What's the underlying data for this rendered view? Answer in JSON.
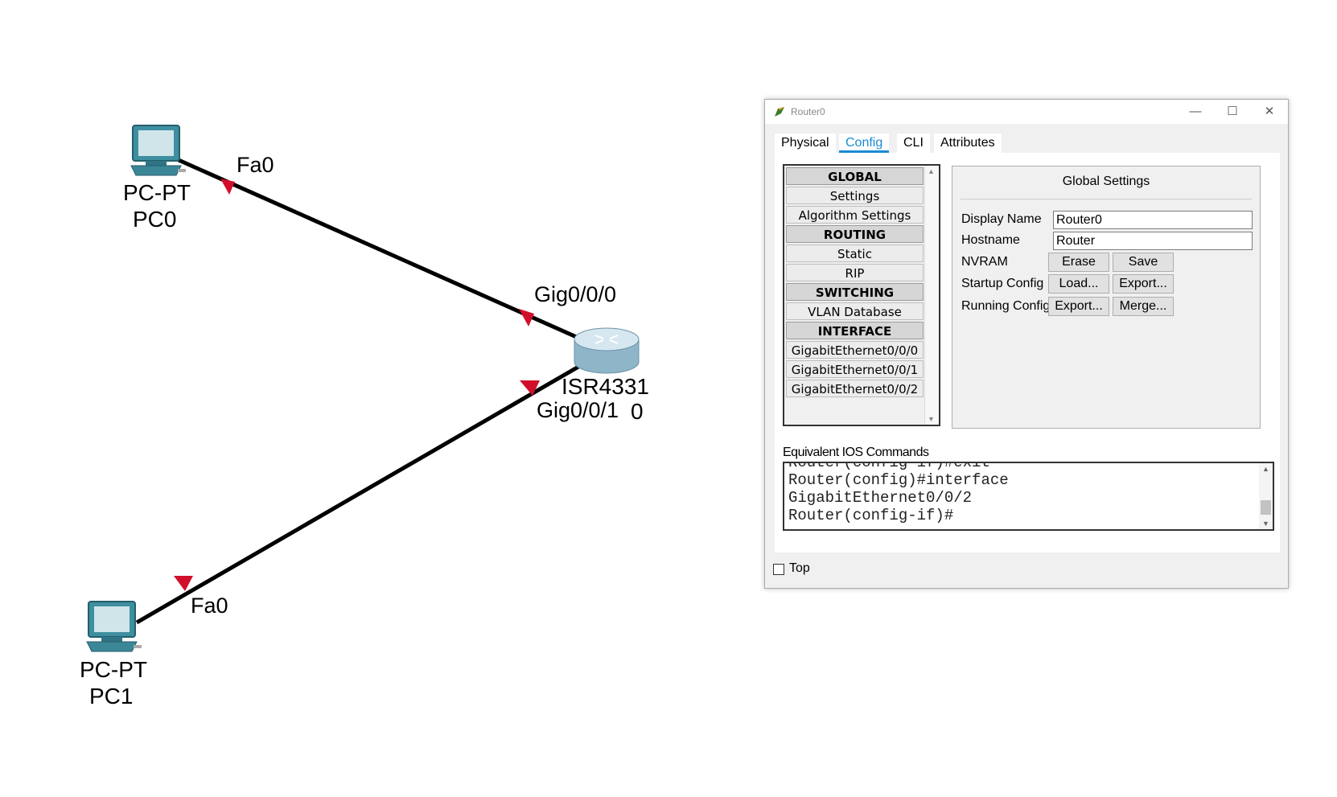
{
  "topology": {
    "devices": [
      {
        "id": "pc0",
        "model": "PC-PT",
        "name": "PC0"
      },
      {
        "id": "pc1",
        "model": "PC-PT",
        "name": "PC1"
      },
      {
        "id": "router0",
        "model": "ISR4331",
        "name": "0"
      }
    ],
    "links": [
      {
        "from": "PC0",
        "to": "Router0",
        "from_port": "Fa0",
        "to_port": "Gig0/0/0",
        "status_color": "#d0102a"
      },
      {
        "from": "PC1",
        "to": "Router0",
        "from_port": "Fa0",
        "to_port": "Gig0/0/1",
        "status_color": "#d0102a"
      }
    ],
    "labels": {
      "pc0_port": "Fa0",
      "pc1_port": "Fa0",
      "router_port_a": "Gig0/0/0",
      "router_port_b": "Gig0/0/1",
      "pc0_model": "PC-PT",
      "pc0_name": "PC0",
      "pc1_model": "PC-PT",
      "pc1_name": "PC1",
      "router_model": "ISR4331",
      "router_name": "0"
    }
  },
  "window": {
    "title": "Router0",
    "controls": {
      "minimize": "—",
      "maximize": "☐",
      "close": "✕"
    },
    "tabs": [
      {
        "label": "Physical",
        "active": false
      },
      {
        "label": "Config",
        "active": true
      },
      {
        "label": "CLI",
        "active": false
      },
      {
        "label": "Attributes",
        "active": false
      }
    ],
    "nav": [
      {
        "label": "GLOBAL",
        "header": true
      },
      {
        "label": "Settings",
        "header": false
      },
      {
        "label": "Algorithm Settings",
        "header": false
      },
      {
        "label": "ROUTING",
        "header": true
      },
      {
        "label": "Static",
        "header": false
      },
      {
        "label": "RIP",
        "header": false
      },
      {
        "label": "SWITCHING",
        "header": true
      },
      {
        "label": "VLAN Database",
        "header": false
      },
      {
        "label": "INTERFACE",
        "header": true
      },
      {
        "label": "GigabitEthernet0/0/0",
        "header": false
      },
      {
        "label": "GigabitEthernet0/0/1",
        "header": false
      },
      {
        "label": "GigabitEthernet0/0/2",
        "header": false
      }
    ],
    "global_settings": {
      "title": "Global Settings",
      "display_name_label": "Display Name",
      "display_name_value": "Router0",
      "hostname_label": "Hostname",
      "hostname_value": "Router",
      "nvram_label": "NVRAM",
      "erase_label": "Erase",
      "save_label": "Save",
      "startup_label": "Startup Config",
      "load_label": "Load...",
      "startup_export_label": "Export...",
      "running_label": "Running Config",
      "running_export_label": "Export...",
      "merge_label": "Merge..."
    },
    "ios": {
      "label": "Equivalent IOS Commands",
      "lines": [
        "Router(config-if)#exit",
        "Router(config)#interface",
        "GigabitEthernet0/0/2",
        "Router(config-if)#"
      ]
    },
    "top_checkbox": {
      "label": "Top",
      "checked": false
    }
  }
}
